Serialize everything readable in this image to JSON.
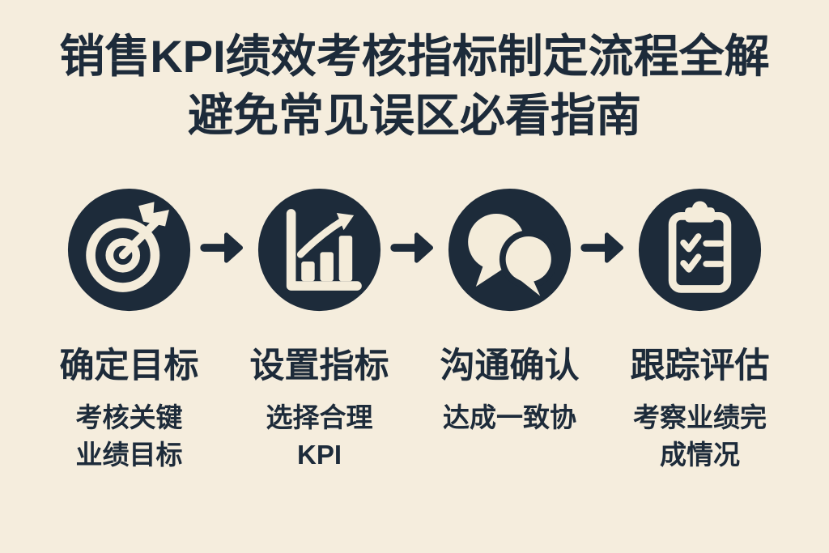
{
  "colors": {
    "background": "#f5eddd",
    "ink": "#1d2b3a",
    "icon_foreground": "#f4ecda"
  },
  "title": {
    "line1": "销售KPI绩效考核指标制定流程全解",
    "line2": "避免常见误区必看指南"
  },
  "steps": [
    {
      "icon": "target-icon",
      "label": "确定目标",
      "desc": [
        "考核关键",
        "业绩目标"
      ]
    },
    {
      "icon": "bar-chart-rising-icon",
      "label": "设置指标",
      "desc": [
        "选择合理",
        "KPI"
      ]
    },
    {
      "icon": "chat-bubbles-icon",
      "label": "沟通确认",
      "desc": [
        "达成一致协"
      ]
    },
    {
      "icon": "clipboard-checklist-icon",
      "label": "跟踪评估",
      "desc": [
        "考察业绩完",
        "成情况"
      ]
    }
  ],
  "connector": {
    "icon": "right-arrow-icon",
    "direction": "left-to-right"
  }
}
